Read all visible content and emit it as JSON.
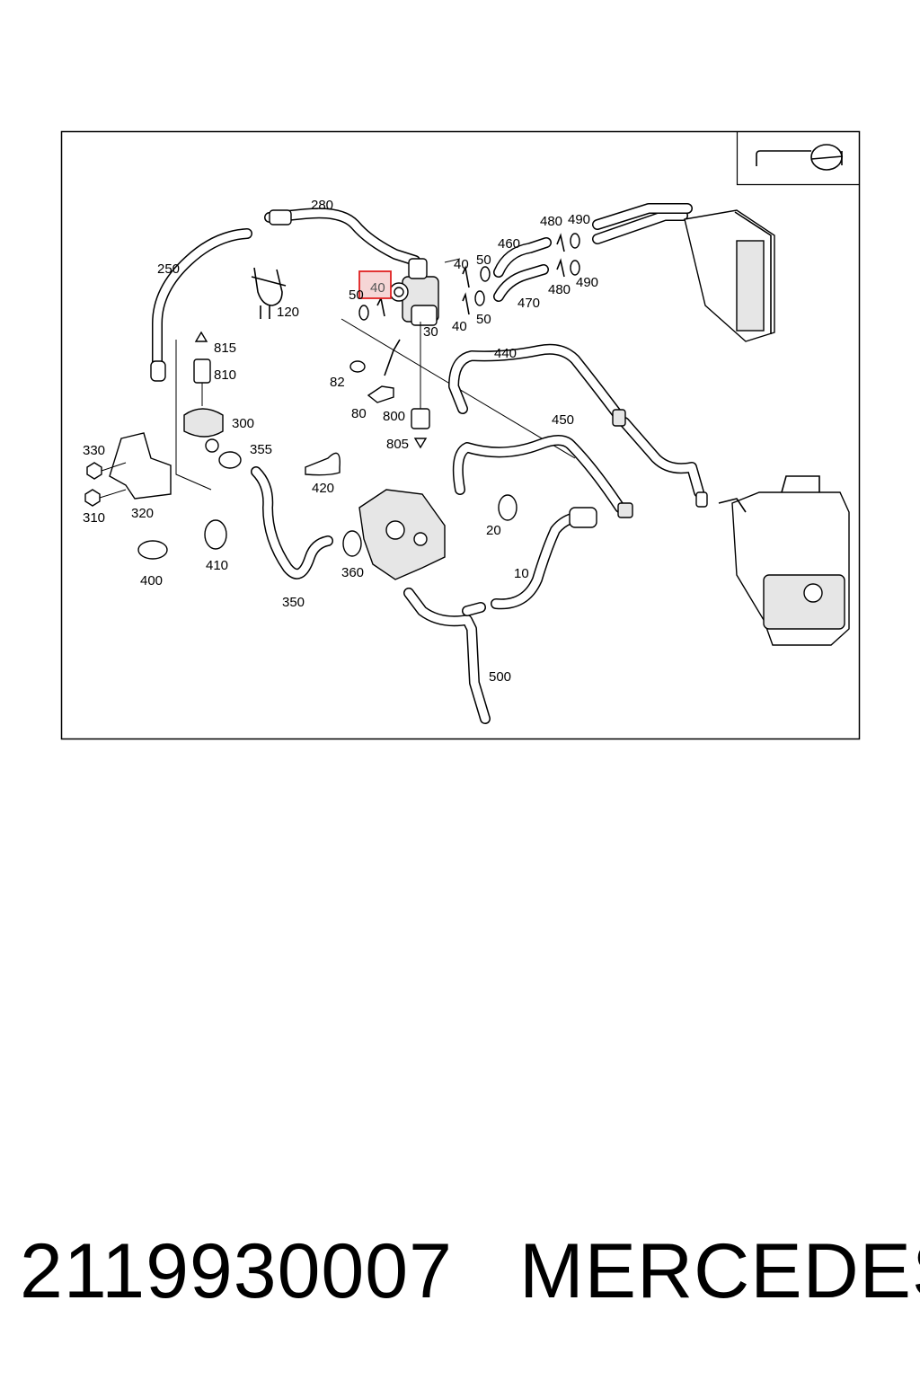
{
  "diagram": {
    "highlighted_label": "40",
    "labels": {
      "l10": "10",
      "l20": "20",
      "l30": "30",
      "l40a": "40",
      "l40b": "40",
      "l40c": "40",
      "l50a": "50",
      "l50b": "50",
      "l50c": "50",
      "l80": "80",
      "l82": "82",
      "l120": "120",
      "l250": "250",
      "l280": "280",
      "l300": "300",
      "l310": "310",
      "l320": "320",
      "l330": "330",
      "l350": "350",
      "l355": "355",
      "l360": "360",
      "l400": "400",
      "l410": "410",
      "l420": "420",
      "l440": "440",
      "l450": "450",
      "l460": "460",
      "l470": "470",
      "l480a": "480",
      "l480b": "480",
      "l490a": "490",
      "l490b": "490",
      "l500": "500",
      "l800": "800",
      "l805": "805",
      "l810": "810",
      "l815": "815"
    },
    "highlight_color": "#e02020",
    "highlight_fill": "#f6d6d6"
  },
  "footer": {
    "part_number": "2119930007",
    "brand": "MERCEDES"
  }
}
